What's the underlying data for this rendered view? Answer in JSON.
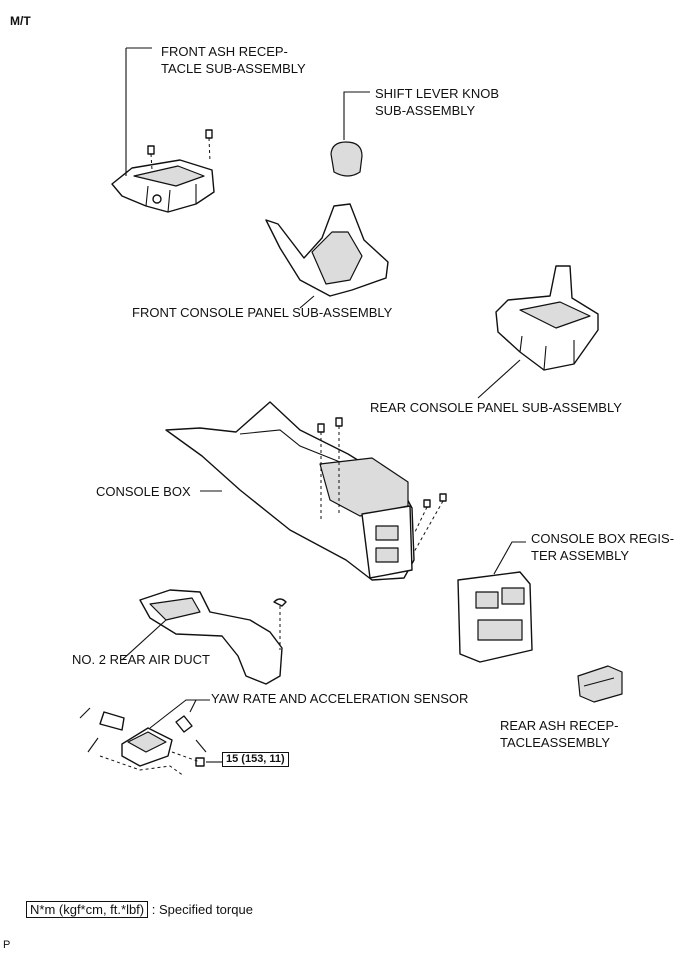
{
  "header": {
    "variant": "M/T"
  },
  "labels": {
    "front_ash": "FRONT ASH RECEP-\nTACLE SUB-ASSEMBLY",
    "shift_knob": "SHIFT LEVER KNOB\nSUB-ASSEMBLY",
    "front_console": "FRONT CONSOLE PANEL SUB-ASSEMBLY",
    "rear_console": "REAR CONSOLE PANEL SUB-ASSEMBLY",
    "console_box": "CONSOLE BOX",
    "register": "CONSOLE BOX REGIS-\nTER ASSEMBLY",
    "air_duct": "NO. 2 REAR AIR DUCT",
    "yaw_sensor": "YAW RATE AND ACCELERATION SENSOR",
    "rear_ash": "REAR ASH RECEP-\nTACLEASSEMBLY"
  },
  "torque": {
    "value": "15 (153, 11)"
  },
  "legend": {
    "unit": "N*m (kgf*cm, ft.*lbf)",
    "description": ": Specified torque"
  },
  "footer": {
    "code": "P"
  }
}
